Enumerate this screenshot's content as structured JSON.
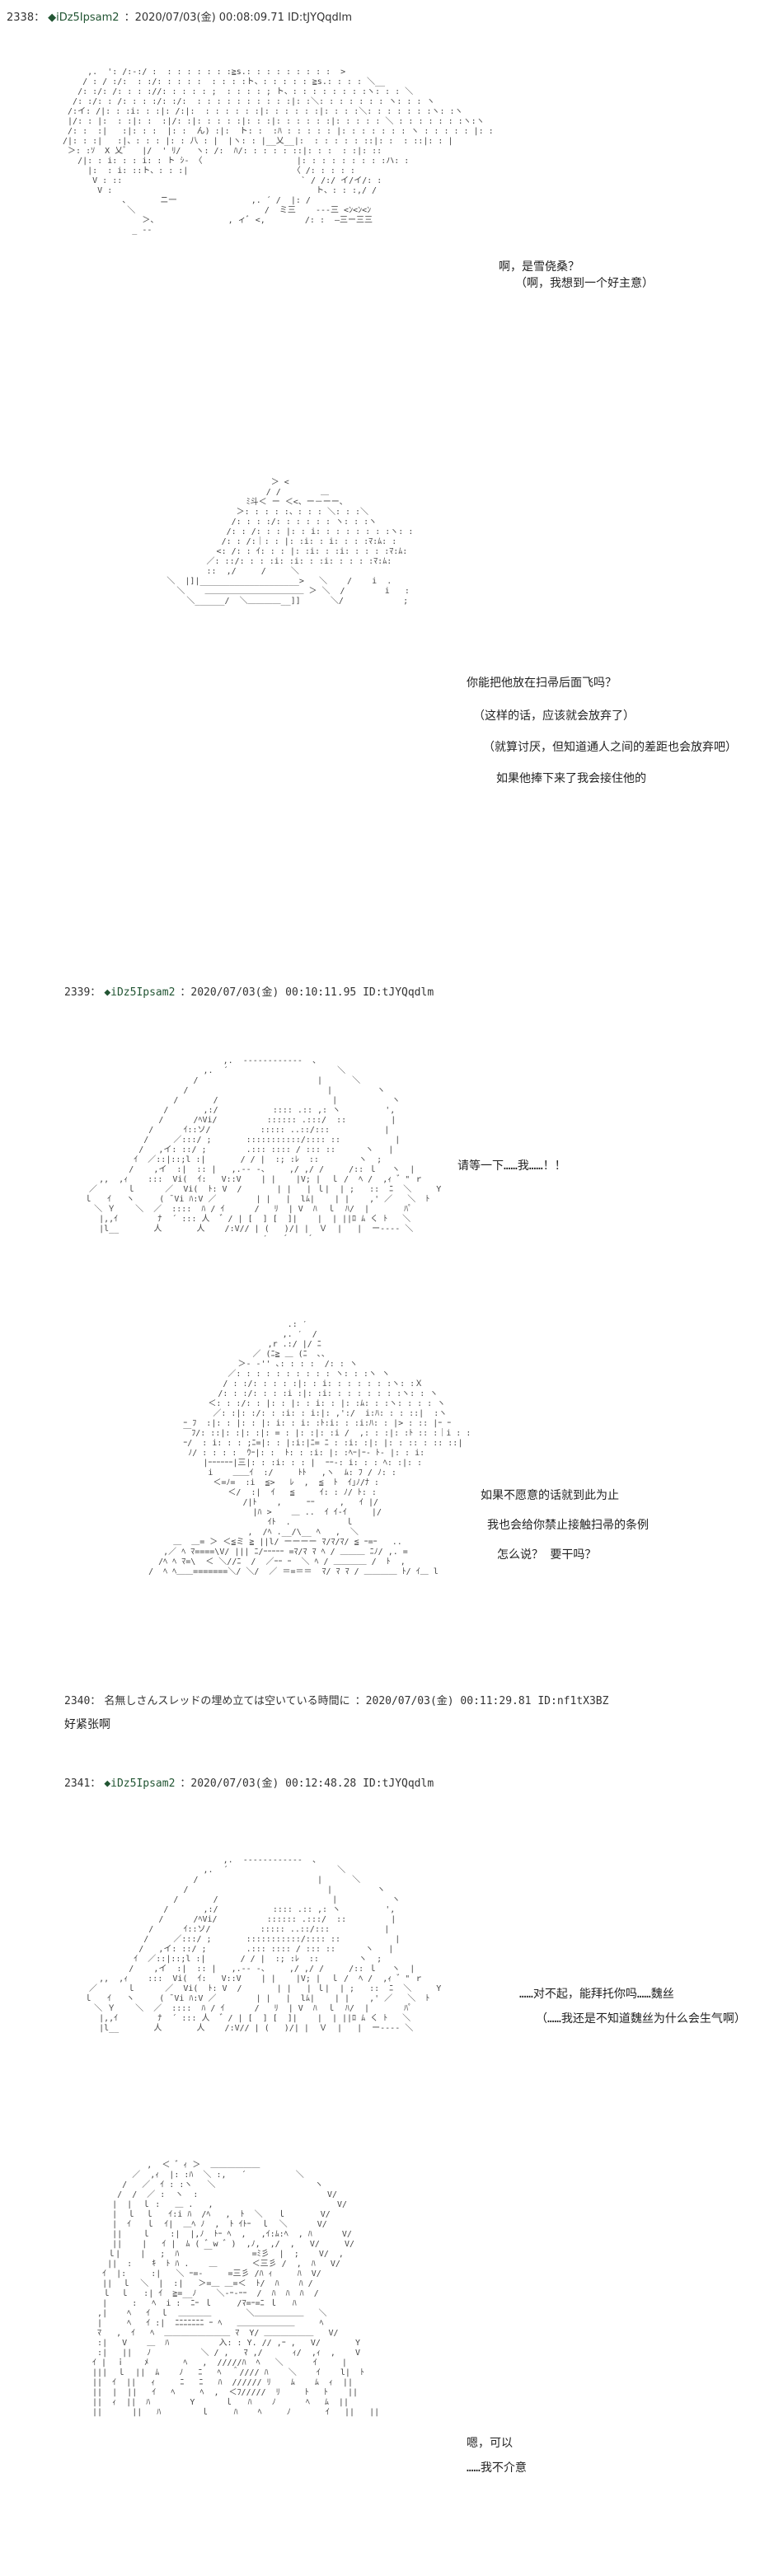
{
  "posts": [
    {
      "num": "2338：",
      "name": "◆iDz5Ipsam2",
      "meta": "：2020/07/03(金) 00:08:09.71 ID:tJYQqdlm",
      "blocks": [
        [
          "啊，是雪侥桑？",
          "（啊，我想到一个好主意）"
        ],
        [
          "你能把他放在扫帚后面飞吗？",
          "（这样的话，应该就会放弃了）",
          "（就算讨厌，但知道通人之间的差距也会放弃吧）",
          "如果他捧下来了我会接住他的"
        ]
      ]
    },
    {
      "num": "2339：",
      "name": "◆iDz5Ipsam2",
      "meta": "：2020/07/03(金) 00:10:11.95 ID:tJYQqdlm",
      "blocks": [
        [
          "请等一下……我……！！"
        ],
        [
          "如果不愿意的话就到此为止",
          "我也会给你禁止接触扫帚的条例",
          "怎么说？ 要干吗？"
        ]
      ]
    },
    {
      "num": "2340：",
      "name": "名無しさんスレッドの埋め立ては空いている時間に",
      "meta": "：2020/07/03(金) 00:11:29.81 ID:nf1tX3BZ",
      "body": "好紧张啊"
    },
    {
      "num": "2341：",
      "name": "◆iDz5Ipsam2",
      "meta": "：2020/07/03(金) 00:12:48.28 ID:tJYQqdlm",
      "blocks": [
        [
          "……对不起，能拜托你吗……魏丝",
          "（……我还是不知道魏丝为什么会生气啊）"
        ],
        [
          "嗯，可以",
          "……我不介意"
        ]
      ]
    }
  ]
}
